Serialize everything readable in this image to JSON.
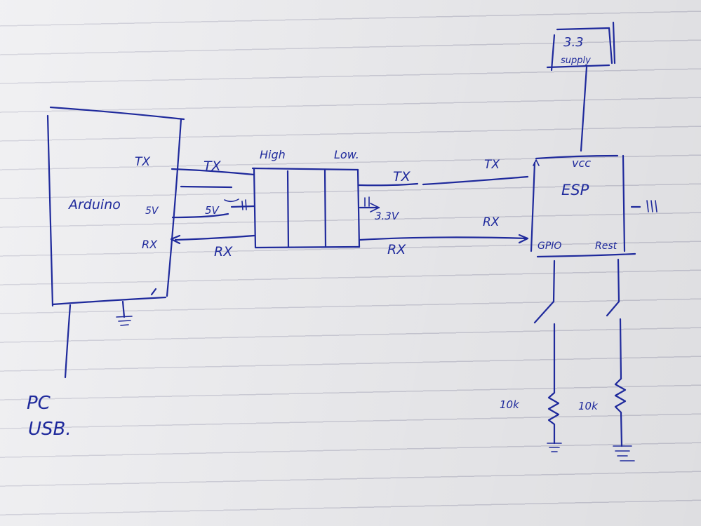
{
  "supply": {
    "line1": "3.3",
    "line2": "supply"
  },
  "arduino": {
    "label": "Arduino",
    "tx": "TX",
    "v5": "5V",
    "rx": "RX"
  },
  "wires": {
    "tx_left": "TX",
    "v5_mid": "5V",
    "rx_left": "RX",
    "tx_right": "TX",
    "v33": "3.3V",
    "rx_right": "RX",
    "tx_esp": "TX",
    "rx_esp": "RX"
  },
  "shifter": {
    "high": "High",
    "low": "Low."
  },
  "esp": {
    "label": "ESP",
    "vcc": "vcc",
    "gpio": "GPIO",
    "rst": "Rest"
  },
  "resistors": {
    "r1": "10k",
    "r2": "10k"
  },
  "pc": {
    "line1": "PC",
    "line2": "USB."
  },
  "colors": {
    "ink": "#1f2a9c",
    "paper": "#ececef",
    "rule": "#c9c9d4"
  }
}
